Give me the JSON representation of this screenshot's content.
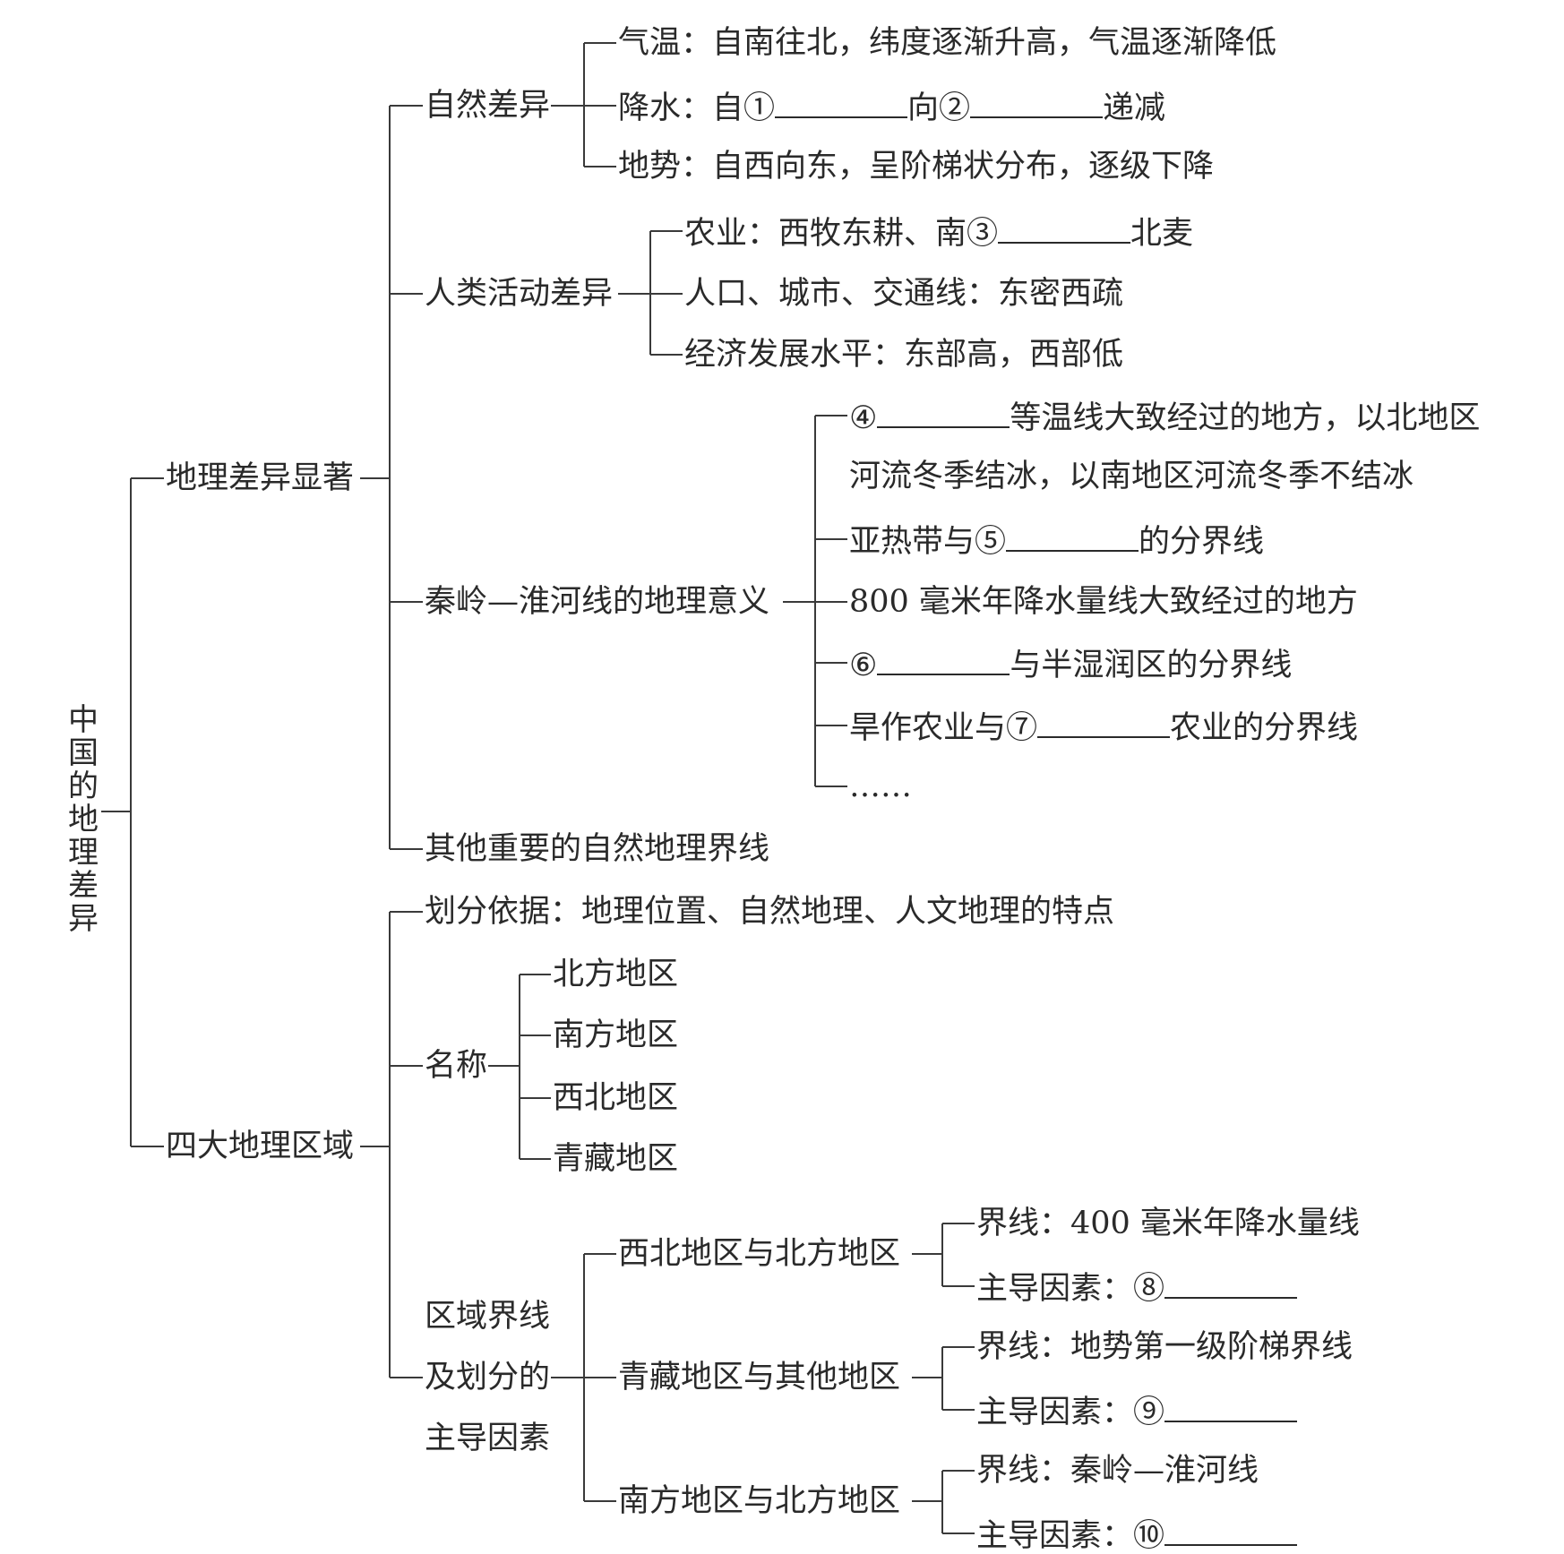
{
  "root": {
    "label": "中国的地理差异"
  },
  "branch_diff": {
    "label": "地理差异显著",
    "natural": {
      "label": "自然差异",
      "temp": "气温：自南往北，纬度逐渐升高，气温逐渐降低",
      "precip": {
        "a": "降水：自①",
        "b": "向②",
        "c": "递减"
      },
      "terrain": "地势：自西向东，呈阶梯状分布，逐级下降"
    },
    "human": {
      "label": "人类活动差异",
      "agri": {
        "a": "农业：西牧东耕、南③",
        "b": "北麦"
      },
      "pop": "人口、城市、交通线：东密西疏",
      "econ": "经济发展水平：东部高，西部低"
    },
    "qinling": {
      "label": "秦岭—淮河线的地理意义",
      "items": {
        "i1": {
          "a": "④",
          "b": "等温线大致经过的地方，以北地区"
        },
        "i1_cont": "河流冬季结冰，以南地区河流冬季不结冰",
        "i2": {
          "a": "亚热带与⑤",
          "b": "的分界线"
        },
        "i3": "800 毫米年降水量线大致经过的地方",
        "i4": {
          "a": "⑥",
          "b": "与半湿润区的分界线"
        },
        "i5": {
          "a": "旱作农业与⑦",
          "b": "农业的分界线"
        },
        "i6": "……"
      }
    },
    "other": "其他重要的自然地理界线"
  },
  "branch_regions": {
    "label": "四大地理区域",
    "basis": "划分依据：地理位置、自然地理、人文地理的特点",
    "names": {
      "label": "名称",
      "n1": "北方地区",
      "n2": "南方地区",
      "n3": "西北地区",
      "n4": "青藏地区"
    },
    "boundaries": {
      "label_l1": "区域界线",
      "label_l2": "及划分的",
      "label_l3": "主导因素",
      "nw": {
        "label": "西北地区与北方地区",
        "line": "界线：400 毫米年降水量线",
        "factor": "主导因素：⑧"
      },
      "qz": {
        "label": "青藏地区与其他地区",
        "line": "界线：地势第一级阶梯界线",
        "factor": "主导因素：⑨"
      },
      "sn": {
        "label": "南方地区与北方地区",
        "line": "界线：秦岭—淮河线",
        "factor": "主导因素：⑩"
      }
    }
  }
}
